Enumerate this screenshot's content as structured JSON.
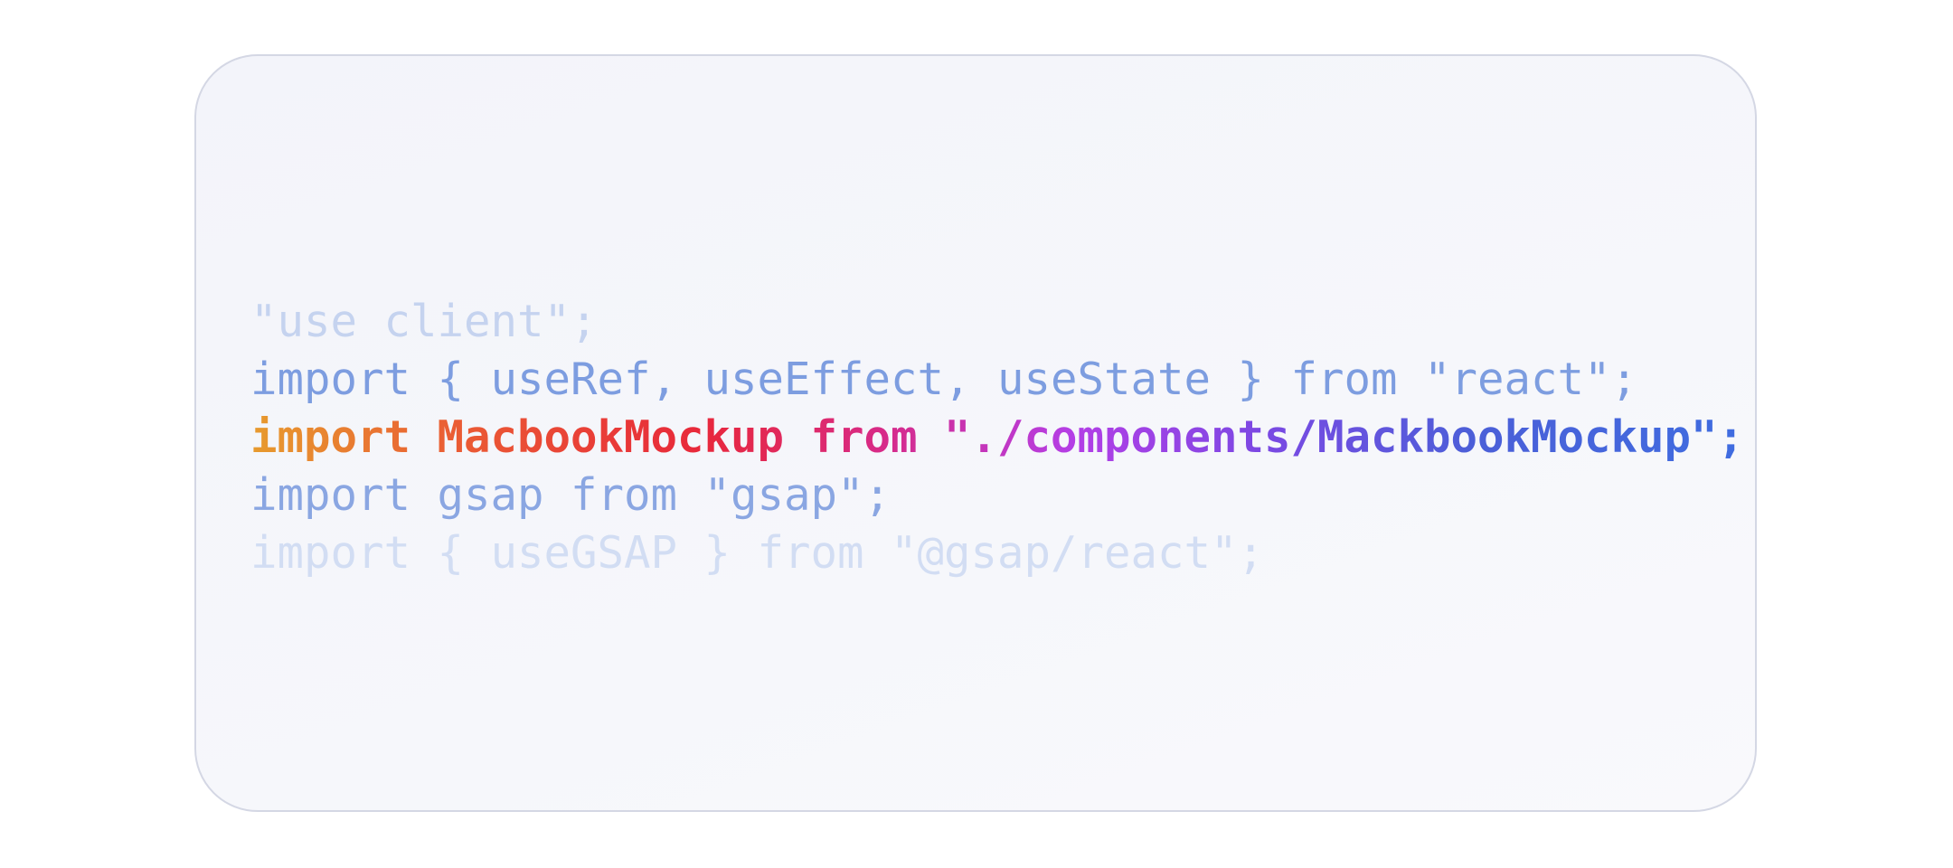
{
  "editor": {
    "lines": [
      "\"use client\";",
      "import { useRef, useEffect, useState } from \"react\";",
      "import MacbookMockup from \"./components/MackbookMockup\";",
      "import gsap from \"gsap\";",
      "import { useGSAP } from \"@gsap/react\";"
    ],
    "highlighted_line": 3
  },
  "colors": {
    "card_border": "#d4d7e4",
    "faded_text": "#c5d3ef",
    "muted_text": "#7d9de0",
    "gradient_start": "#e79b2e",
    "gradient_mid": "#d82a86",
    "gradient_end": "#3f6de0"
  }
}
